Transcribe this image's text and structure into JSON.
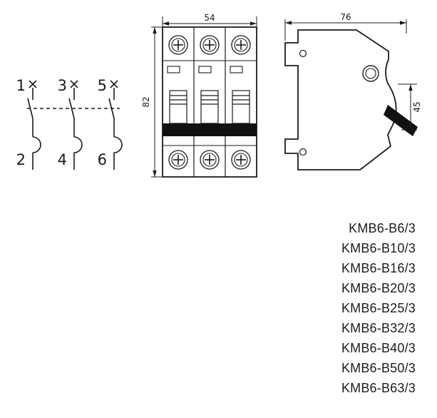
{
  "schematic": {
    "top_labels": [
      "1",
      "3",
      "5"
    ],
    "bottom_labels": [
      "2",
      "4",
      "6"
    ]
  },
  "front_view": {
    "width_dim": "54",
    "height_dim": "82"
  },
  "side_view": {
    "depth_dim": "76",
    "lever_dim": "45"
  },
  "models": [
    "KMB6-B6/3",
    "KMB6-B10/3",
    "KMB6-B16/3",
    "KMB6-B20/3",
    "KMB6-B25/3",
    "KMB6-B32/3",
    "KMB6-B40/3",
    "KMB6-B50/3",
    "KMB6-B63/3"
  ],
  "colors": {
    "line": "#1b1b1b",
    "fill_dark": "#111111"
  }
}
